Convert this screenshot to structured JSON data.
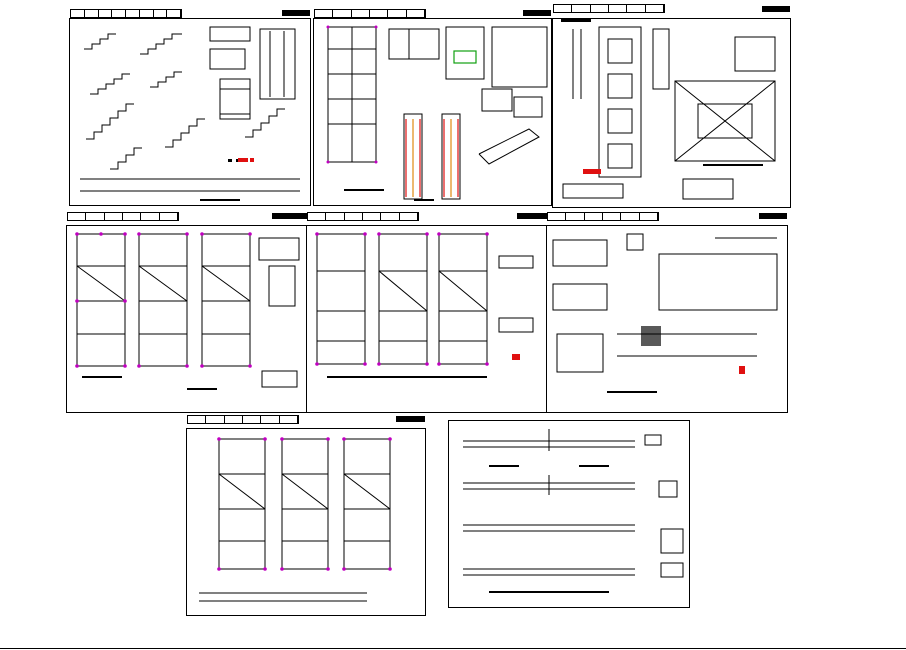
{
  "sheets": [
    {
      "id": "stairs-details",
      "kind": "stairs"
    },
    {
      "id": "ground-floor-architecture",
      "kind": "plan-notes"
    },
    {
      "id": "foundation-and-roof",
      "kind": "foundation"
    },
    {
      "id": "structural-plans-a",
      "kind": "structural"
    },
    {
      "id": "structural-plans-b",
      "kind": "structural"
    },
    {
      "id": "tank-and-sections",
      "kind": "tank"
    },
    {
      "id": "structural-plans-c",
      "kind": "structural"
    },
    {
      "id": "beam-reinforcement",
      "kind": "beams"
    }
  ],
  "colors": {
    "ink": "#000000",
    "grid_nodes": "#c000c0",
    "rebar_red": "#e01010",
    "rebar_orange": "#e08a10",
    "note_green": "#10a010",
    "note_blue": "#1040c0"
  }
}
